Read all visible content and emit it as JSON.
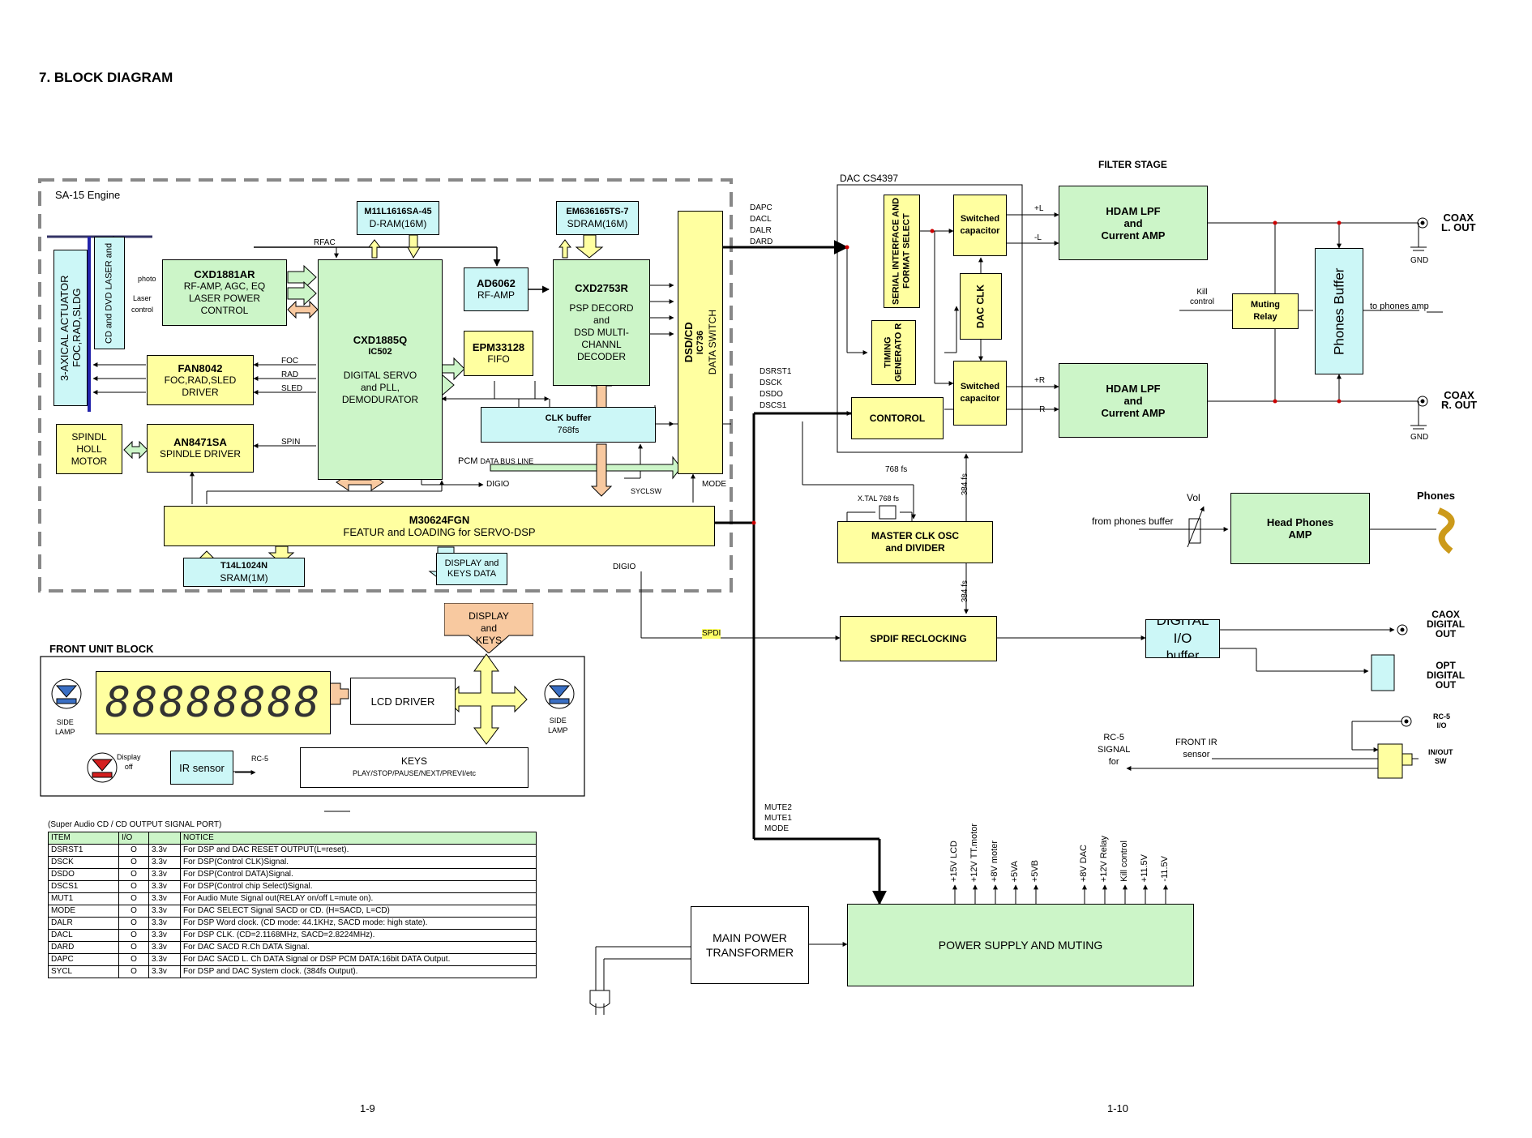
{
  "page_title": "7. BLOCK DIAGRAM",
  "engine_label": "SA-15 Engine",
  "filter_stage": "FILTER  STAGE",
  "dac_label": "DAC CS4397",
  "blocks": {
    "actuator": "3-AXICAL ACTUATOR FOC,RAD,SLDG",
    "laser": "CD and DVD LASER and",
    "cxd1881_title": "CXD1881AR",
    "cxd1881_body": [
      "RF-AMP, AGC, EQ",
      "LASER POWER",
      "CONTROL"
    ],
    "fan_title": "FAN8042",
    "fan_body": [
      "FOC,RAD,SLED",
      "DRIVER"
    ],
    "spindl_motor": [
      "SPINDL",
      "HOLL",
      "MOTOR"
    ],
    "an_title": "AN8471SA",
    "an_body": "SPINDLE DRIVER",
    "dram_title": "M11L1616SA-45",
    "dram_body": "D-RAM(16M)",
    "cxd1885_title": "CXD1885Q",
    "cxd1885_ic": "IC502",
    "cxd1885_body": [
      "DIGITAL SERVO",
      "and PLL,",
      "DEMODURATOR"
    ],
    "ad_title": "AD6062",
    "ad_body": "RF-AMP",
    "epm_title": "EPM33128",
    "epm_body": "FIFO",
    "sdram_title": "EM636165TS-7",
    "sdram_body": "SDRAM(16M)",
    "cxd2753_title": "CXD2753R",
    "cxd2753_body": [
      "PSP DECORD",
      "and",
      "DSD MULTI-",
      "CHANNL",
      "DECODER"
    ],
    "clkbuf_title": "CLK buffer",
    "clkbuf_body": "768fs",
    "dsd_title": "DSD/CD",
    "dsd_ic": "IC736",
    "dsd_body": "DATA SWITCH",
    "m306_title": "M30624FGN",
    "m306_body": "FEATUR and LOADING for SERVO-DSP",
    "sram_title": "T14L1024N",
    "sram_body": "SRAM(1M)",
    "serial": "SERIAL INTERFACE AND FORMAT SELECT",
    "timing": "TIMING GENERATO R",
    "sw_cap": [
      "Switched",
      "capacitor"
    ],
    "dac_clk": "DAC CLK",
    "contorol": "CONTOROL",
    "hdam": [
      "HDAM  LPF",
      "and",
      "Current AMP"
    ],
    "muting_relay": [
      "Muting",
      "Relay"
    ],
    "phones_buffer": "Phones Buffer",
    "master_clk": [
      "MASTER CLK OSC",
      "and DIVIDER"
    ],
    "head_phones": [
      "Head Phones",
      "AMP"
    ],
    "spdif": "SPDIF RECLOCKING",
    "digital_io": [
      "DIGITAL I/O",
      "buffer"
    ],
    "display_keys": [
      "DISPLAY",
      "and",
      "KEYS"
    ],
    "display_keys_data": [
      "DISPLAY and",
      "KEYS DATA"
    ],
    "lcd_driver": "LCD DRIVER",
    "lcd_digits": "88888888",
    "ir_sensor": "IR sensor",
    "keys_title": "KEYS",
    "keys_body": "PLAY/STOP/PAUSE/NEXT/PREVI/etc",
    "main_power": [
      "MAIN POWER",
      "TRANSFORMER"
    ],
    "power_supply": "POWER SUPPLY AND MUTING"
  },
  "labels": {
    "photo": "photo",
    "laser": "Laser",
    "control": "control",
    "foc": "FOC",
    "rad": "RAD",
    "sled": "SLED",
    "spin": "SPIN",
    "rfac": "RFAC",
    "digio": "DIGIO",
    "sysclsw": "SYCLSW",
    "mode": "MODE",
    "pcm_bus": "PCM",
    "pcm_bus_rest": "DATA BUS LINE",
    "dac_bus": [
      "DAPC",
      "DACL",
      "DALR",
      "DARD"
    ],
    "ctrl_bus": [
      "DSRST1",
      "DSCK",
      "DSDO",
      "DSCS1"
    ],
    "mute_bus": [
      "MUTE2",
      "MUTE1",
      "MODE"
    ],
    "plus_l": "+L",
    "minus_l": "-L",
    "plus_r": "+R",
    "minus_r": "- R",
    "coax_l": [
      "COAX",
      "L. OUT"
    ],
    "coax_r": [
      "COAX",
      "R. OUT"
    ],
    "gnd": "GND",
    "kill_control": [
      "Kill",
      "control"
    ],
    "to_phones_amp": "to phones amp",
    "fs768": "768 fs",
    "fs384_a": "384 fs",
    "fs384_b": "384 fs",
    "xtal": "X.TAL 768 fs",
    "vol": "Vol",
    "from_phones_buffer": "from phones buffer",
    "phones": "Phones",
    "spdi": "SPDI",
    "digio2": "DIGIO",
    "caox_digital": [
      "CAOX",
      "DIGITAL",
      "OUT"
    ],
    "opt_digital": [
      "OPT",
      "DIGITAL",
      "OUT"
    ],
    "rc5_io": [
      "RC-5",
      "I/O"
    ],
    "in_out_sw": [
      "IN/OUT",
      "SW"
    ],
    "rc5_signal": [
      "RC-5",
      "SIGNAL",
      "for"
    ],
    "front_ir": [
      "FRONT IR",
      "sensor"
    ],
    "front_unit": "FRONT UNIT BLOCK",
    "side_lamp": [
      "SIDE",
      "LAMP"
    ],
    "display_off": [
      "Display",
      "off"
    ],
    "rc5": "RC-5",
    "rails": [
      "+15V  LCD",
      "+12V  TT.motor",
      "+8V moter",
      "+5VA",
      "+5VB",
      "+8V DAC",
      "+12V Relay",
      "Kill control",
      "+11.5V",
      "-11.5V"
    ]
  },
  "signal_table": {
    "caption": "(Super Audio CD / CD OUTPUT SIGNAL PORT)",
    "headers": [
      "ITEM",
      "I/O",
      "",
      "NOTICE"
    ],
    "rows": [
      [
        "DSRST1",
        "O",
        "3.3v",
        "For DSP and DAC RESET OUTPUT(L=reset)."
      ],
      [
        "DSCK",
        "O",
        "3.3v",
        "For DSP(Control CLK)Signal."
      ],
      [
        "DSDO",
        "O",
        "3.3v",
        "For DSP(Control DATA)Signal."
      ],
      [
        "DSCS1",
        "O",
        "3.3v",
        "For DSP(Control chip Select)Signal."
      ],
      [
        "MUT1",
        "O",
        "3.3v",
        "For Audio Mute Signal out(RELAY on/off L=mute on)."
      ],
      [
        "MODE",
        "O",
        "3.3v",
        "For DAC SELECT Signal SACD or CD. (H=SACD, L=CD)"
      ],
      [
        "DALR",
        "O",
        "3.3v",
        "For DSP Word clock. (CD mode: 44.1KHz, SACD mode: high state)."
      ],
      [
        "DACL",
        "O",
        "3.3v",
        "For DSP CLK. (CD=2.1168MHz, SACD=2.8224MHz)."
      ],
      [
        "DARD",
        "O",
        "3.3v",
        "For DAC SACD R.Ch DATA Signal."
      ],
      [
        "DAPC",
        "O",
        "3.3v",
        "For DAC SACD L. Ch DATA Signal or DSP PCM DATA:16bit DATA Output."
      ],
      [
        "SYCL",
        "O",
        "3.3v",
        "For DSP and DAC System clock. (384fs Output)."
      ]
    ]
  },
  "page_numbers": [
    "1-9",
    "1-10"
  ],
  "colors": {
    "green": "#ccf5c8",
    "yellow": "#ffffa0",
    "cyan": "#ccf7f7",
    "peach": "#f8c9a0",
    "dash": "#888888"
  }
}
